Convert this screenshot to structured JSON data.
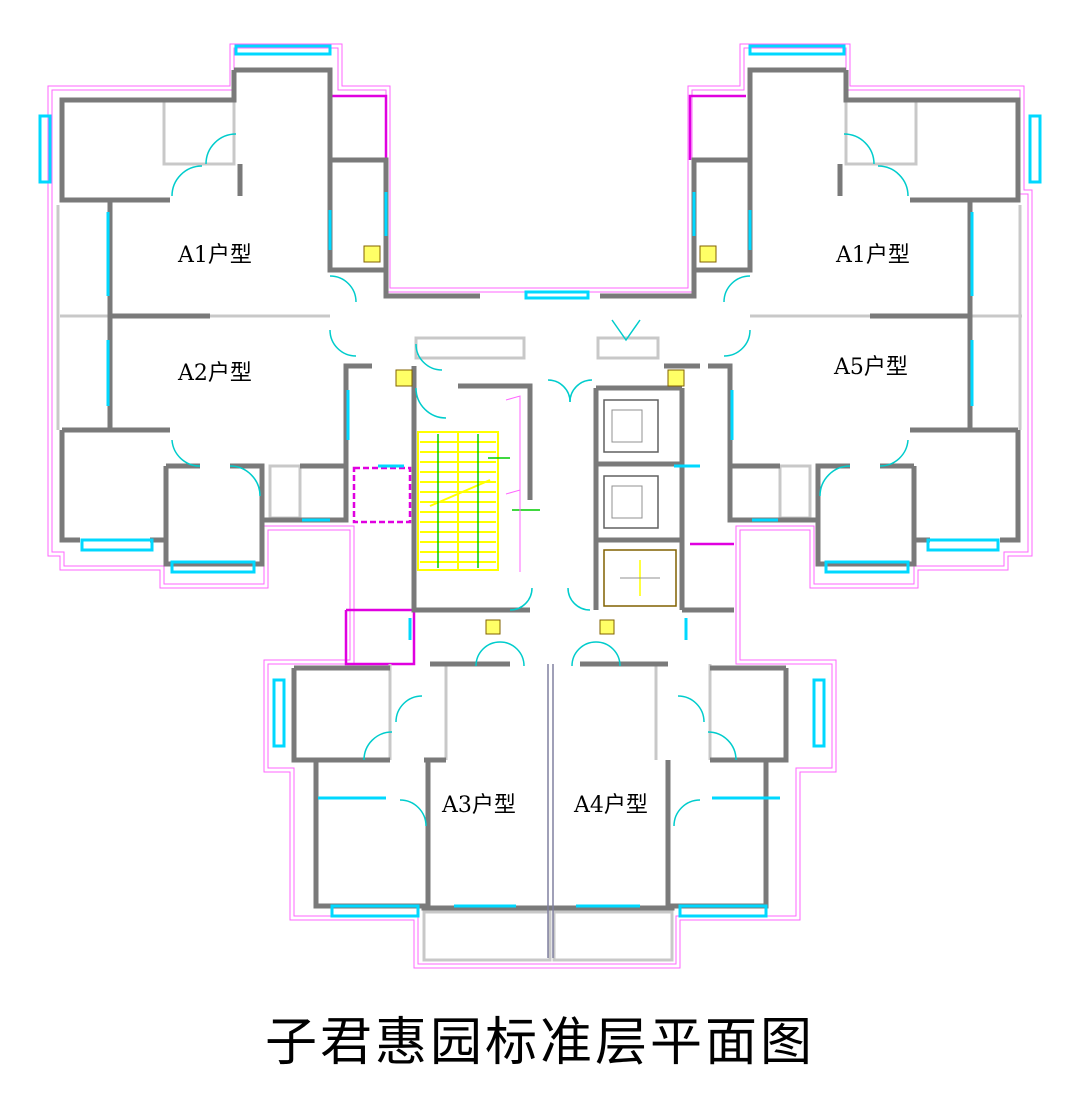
{
  "title": "子君惠园标准层平面图",
  "units": [
    {
      "id": "a1-left",
      "label": "A1户型"
    },
    {
      "id": "a1-right",
      "label": "A1户型"
    },
    {
      "id": "a2",
      "label": "A2户型"
    },
    {
      "id": "a5",
      "label": "A5户型"
    },
    {
      "id": "a3",
      "label": "A3户型"
    },
    {
      "id": "a4",
      "label": "A4户型"
    }
  ],
  "colors": {
    "wall": "#7a7a7a",
    "window": "#00d8ff",
    "outline": "#ff66ff",
    "stair": "#ffff00",
    "door": "#00cccc",
    "partition": "#c8c8c8"
  }
}
